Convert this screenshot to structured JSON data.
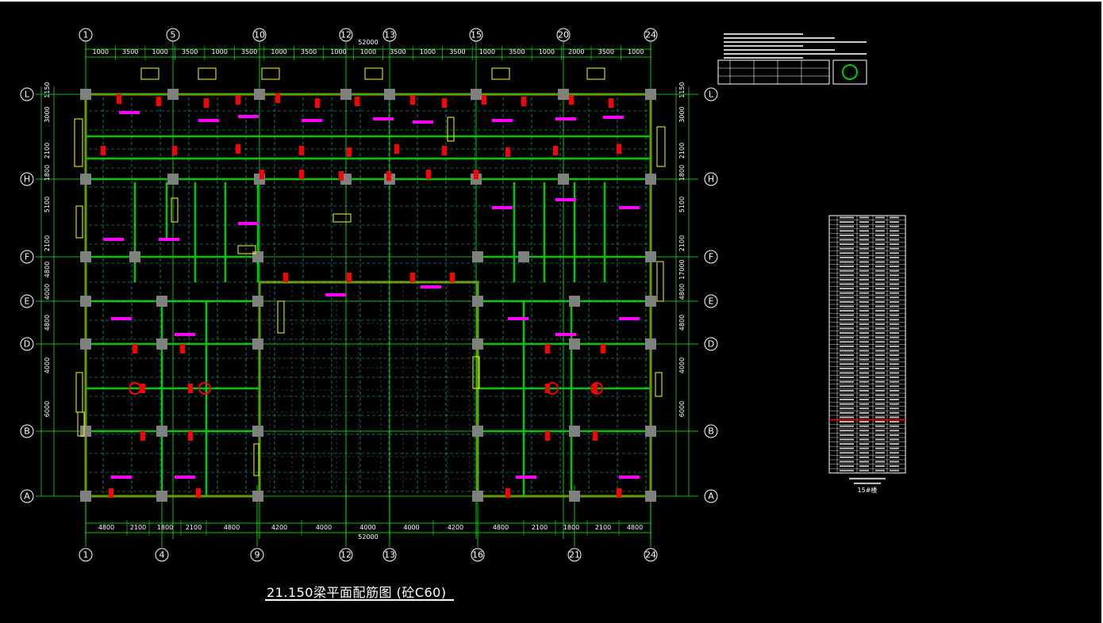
{
  "drawing": {
    "title": "21.150梁平面配筋图 (砼C60)"
  },
  "colors": {
    "background": "#000000",
    "axis_line": "#00ff00",
    "wall": "#00c800",
    "beam": "#00ffff",
    "column": "#808080",
    "highlight": "#ff0000",
    "label": "#ffff00",
    "tag": "#ff00ff",
    "outline": "#c87800"
  },
  "top_axes": [
    "1",
    "5",
    "10",
    "12",
    "13",
    "15",
    "20",
    "24"
  ],
  "bottom_axes": [
    "1",
    "4",
    "9",
    "12",
    "13",
    "16",
    "21",
    "24"
  ],
  "row_axes": [
    "L",
    "H",
    "F",
    "E",
    "D",
    "B",
    "A"
  ],
  "top_total_dim": "52000",
  "top_dims": [
    "1000",
    "3500",
    "1000",
    "3500",
    "1000",
    "3500",
    "1000",
    "3500",
    "1000",
    "1000",
    "3500",
    "1000",
    "3500",
    "1000",
    "3500",
    "1000",
    "2000",
    "3500",
    "1000"
  ],
  "bottom_dims": [
    "4800",
    "2100",
    "1800",
    "2100",
    "4800",
    "4200",
    "4000",
    "4000",
    "4000",
    "4200",
    "4800",
    "2100",
    "1800",
    "2100",
    "4800"
  ],
  "bottom_total_dim": "52000",
  "left_dims": [
    "1150",
    "3000",
    "2100",
    "1800",
    "5100",
    "2100",
    "4800",
    "4000",
    "4800",
    "4000",
    "6000"
  ],
  "right_dims": [
    "1150",
    "3000",
    "2100",
    "1800",
    "5100",
    "2100",
    "17000",
    "4800",
    "4800",
    "4000",
    "6000"
  ],
  "schedule": {
    "caption": "15#楼"
  }
}
